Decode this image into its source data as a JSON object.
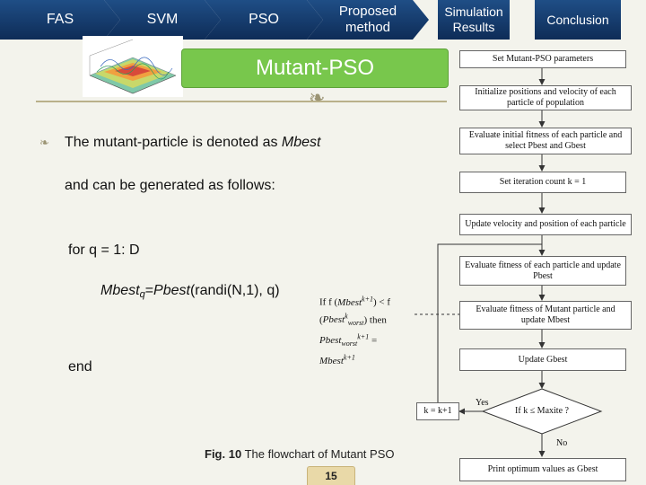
{
  "nav": {
    "tabs": [
      "FAS",
      "SVM",
      "PSO",
      "Proposed method",
      "Simulation Results",
      "Conclusion"
    ]
  },
  "slide": {
    "title": "Mutant-PSO",
    "bullet_text": "The mutant-particle is denoted as",
    "bullet_var": "Mbest",
    "line2": "and can be generated as follows:",
    "loop_start": "for q = 1: D",
    "assign_lhs": "Mbest",
    "assign_sub": "q",
    "assign_rhs_fn": "Pbest",
    "assign_rhs_args": "(randi(N,1), q)",
    "loop_end": "end",
    "if_text": {
      "p1": "If f (",
      "v1": "Mbest",
      "s1": "k+1",
      "p2": ") < f (",
      "v2": "Pbest",
      "s2": "k",
      "sub2": "worst",
      "p3": ") then",
      "v3": "Pbest",
      "sub3": "worst",
      "s3": "k+1",
      "p4": " =",
      "v4": "Mbest",
      "s4": "k+1"
    },
    "caption_label": "Fig. 10",
    "caption_text": "The flowchart of Mutant PSO",
    "page_number": "15"
  },
  "flowchart": {
    "boxes": [
      "Set Mutant-PSO parameters",
      "Initialize positions and velocity of each particle of population",
      "Evaluate initial fitness of each particle and select Pbest and Gbest",
      "Set iteration count k = 1",
      "Update velocity and position of each particle",
      "Evaluate fitness of each particle and update Pbest",
      "Evaluate fitness of Mutant particle and update Mbest",
      "Update Gbest",
      "If k ≤ Maxite ?",
      "k = k+1",
      "Print optimum values as Gbest"
    ],
    "yes_label": "Yes",
    "no_label": "No"
  },
  "colors": {
    "nav_bg": "#1a4478",
    "title_bg": "#78c74c",
    "slide_bg": "#f3f3ec"
  }
}
